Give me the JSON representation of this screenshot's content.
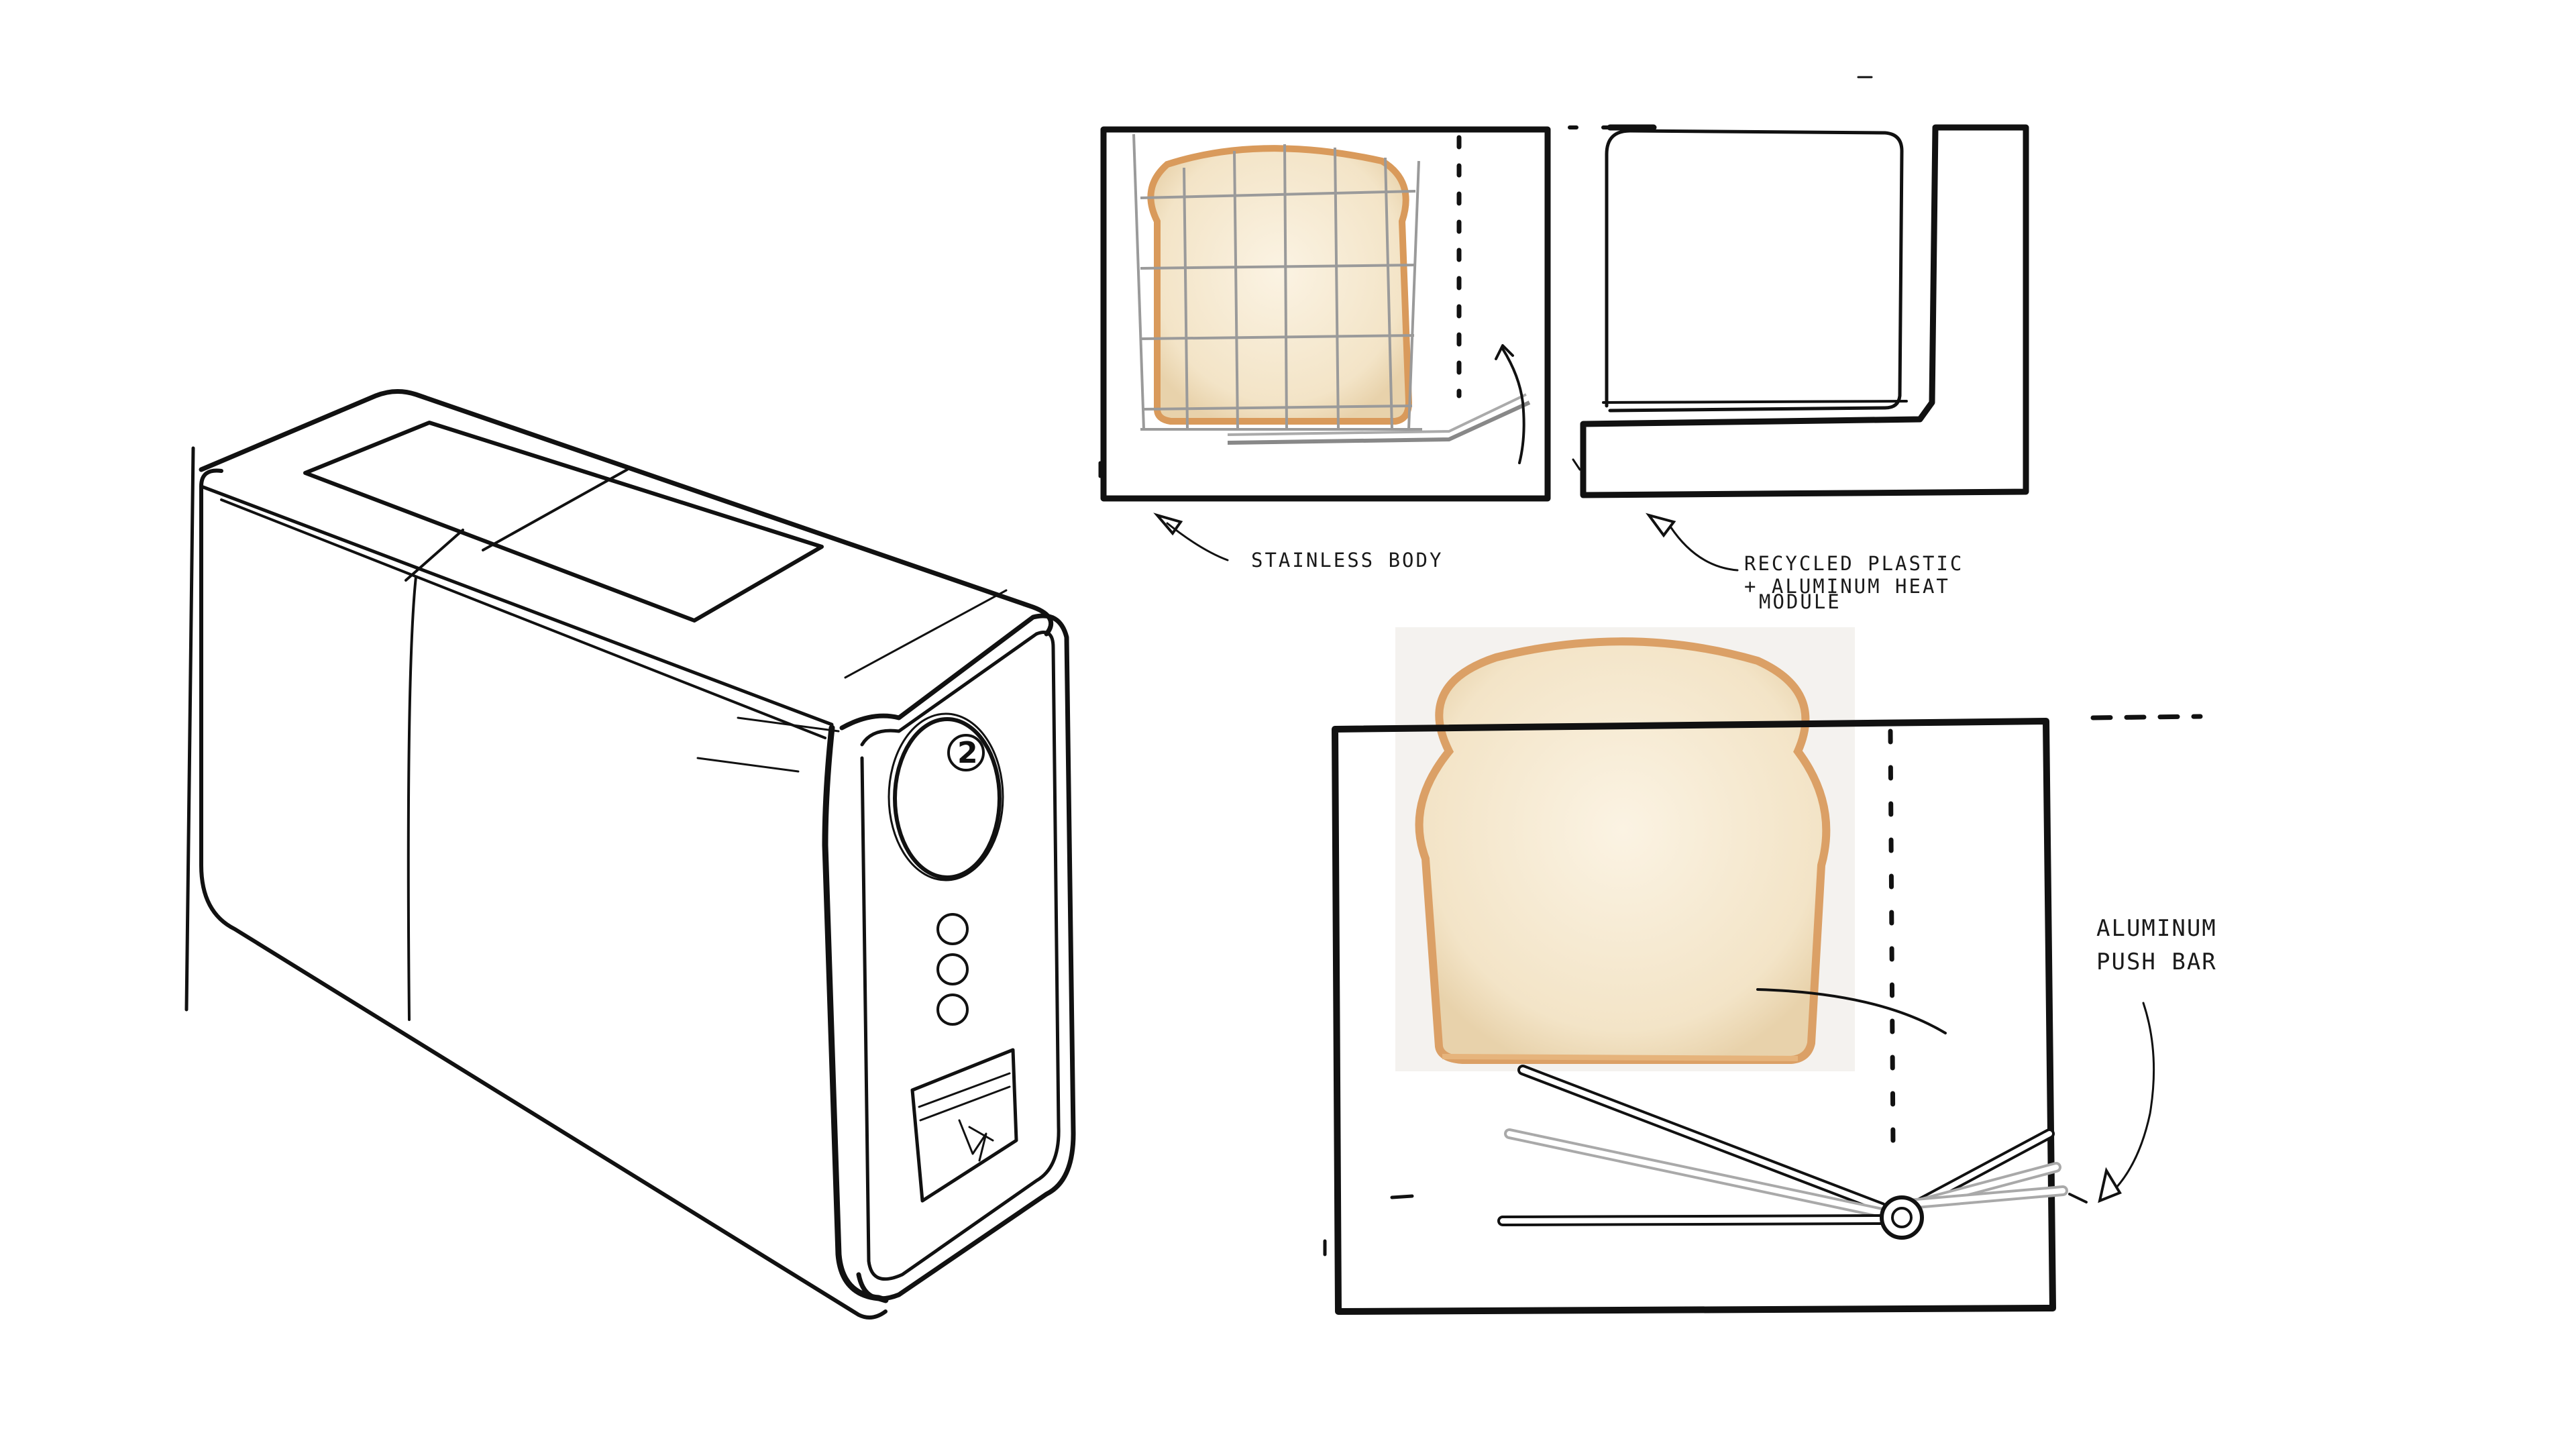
{
  "labels": {
    "stainless_body": "STAINLESS BODY",
    "recycled_line1": "RECYCLED PLASTIC",
    "recycled_line2": "+ ALUMINUM HEAT",
    "recycled_line3": "MODULE",
    "pushbar_line1": "ALUMINUM",
    "pushbar_line2": "PUSH BAR",
    "knob_number": "2"
  },
  "colors": {
    "ink": "#111111",
    "crust": "#d99a5b",
    "bread": "#f7ecd6",
    "bread_shadow": "#ecdcbd",
    "rack": "#b5b5b5",
    "photo_bg": "#f4f2ef"
  },
  "icons": {
    "arrow_head": "arrow-head-icon",
    "logo_mark": "logo-mark-icon"
  }
}
